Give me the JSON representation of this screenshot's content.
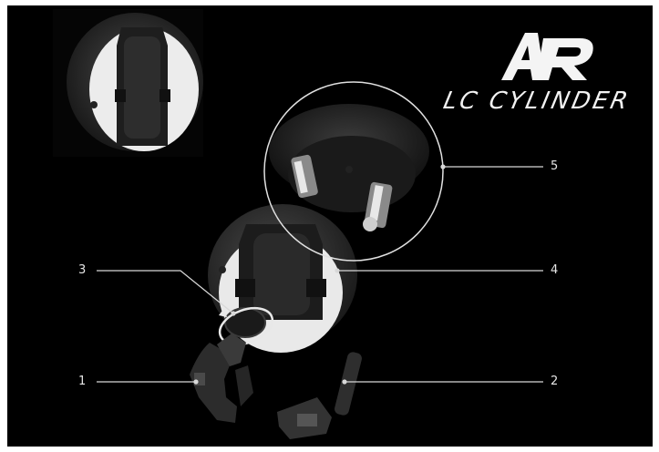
{
  "brand": {
    "logo_letters": "AR",
    "subtitle": "LC CYLINDER"
  },
  "callouts": {
    "c1": "1",
    "c2": "2",
    "c3": "3",
    "c4": "4",
    "c5": "5"
  },
  "colors": {
    "background": "#000000",
    "line": "#d8d8d8",
    "body_dark": "#2b2b2b",
    "body_light": "#e8e8e8"
  }
}
